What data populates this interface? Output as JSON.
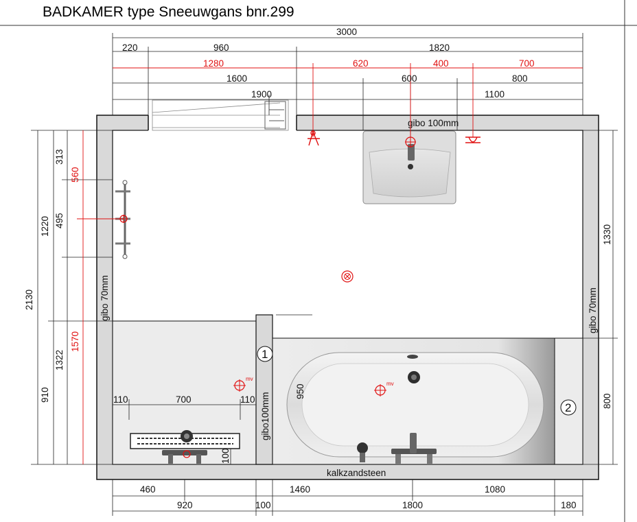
{
  "title": "BADKAMER type Sneeuwgans bnr.299",
  "top_dims": {
    "overall": "3000",
    "row1": [
      "220",
      "960",
      "1820"
    ],
    "row_red": [
      "1280",
      "620",
      "400",
      "700"
    ],
    "row3": [
      "1600",
      "800"
    ],
    "mid": "600",
    "row4": [
      "1900",
      "1100"
    ]
  },
  "left_dims": {
    "overall": "2130",
    "outer": [
      "1220",
      "910"
    ],
    "inner": [
      "313",
      "495",
      "1322"
    ],
    "red": [
      "560",
      "1570"
    ]
  },
  "right_dims": [
    "1330",
    "800"
  ],
  "bottom_dims": {
    "row1": [
      "460",
      "1460",
      "1080"
    ],
    "row2": [
      "920",
      "100",
      "1800",
      "180"
    ]
  },
  "interior_dims": {
    "shower": [
      "110",
      "700",
      "110"
    ],
    "bath_height": "950",
    "drain_offset": "100"
  },
  "labels": {
    "gibo_top": "gibo 100mm",
    "gibo_left": "gibo 70mm",
    "gibo_right": "gibo 70mm",
    "gibo_partition": "gibo100mm",
    "wall_bottom": "kalkzandsteen",
    "marker_1": "1",
    "marker_2": "2",
    "mv": "mv"
  },
  "colors": {
    "wall": "#d9d9d9",
    "dimension_red": "#e01010",
    "line": "#111111"
  },
  "icons": [
    "door-icon",
    "towel-radiator-icon",
    "washbasin-icon",
    "tap-icon",
    "ceiling-light-icon",
    "ventilation-icon",
    "bathtub-icon",
    "shower-drain-icon",
    "shower-mixer-icon"
  ]
}
